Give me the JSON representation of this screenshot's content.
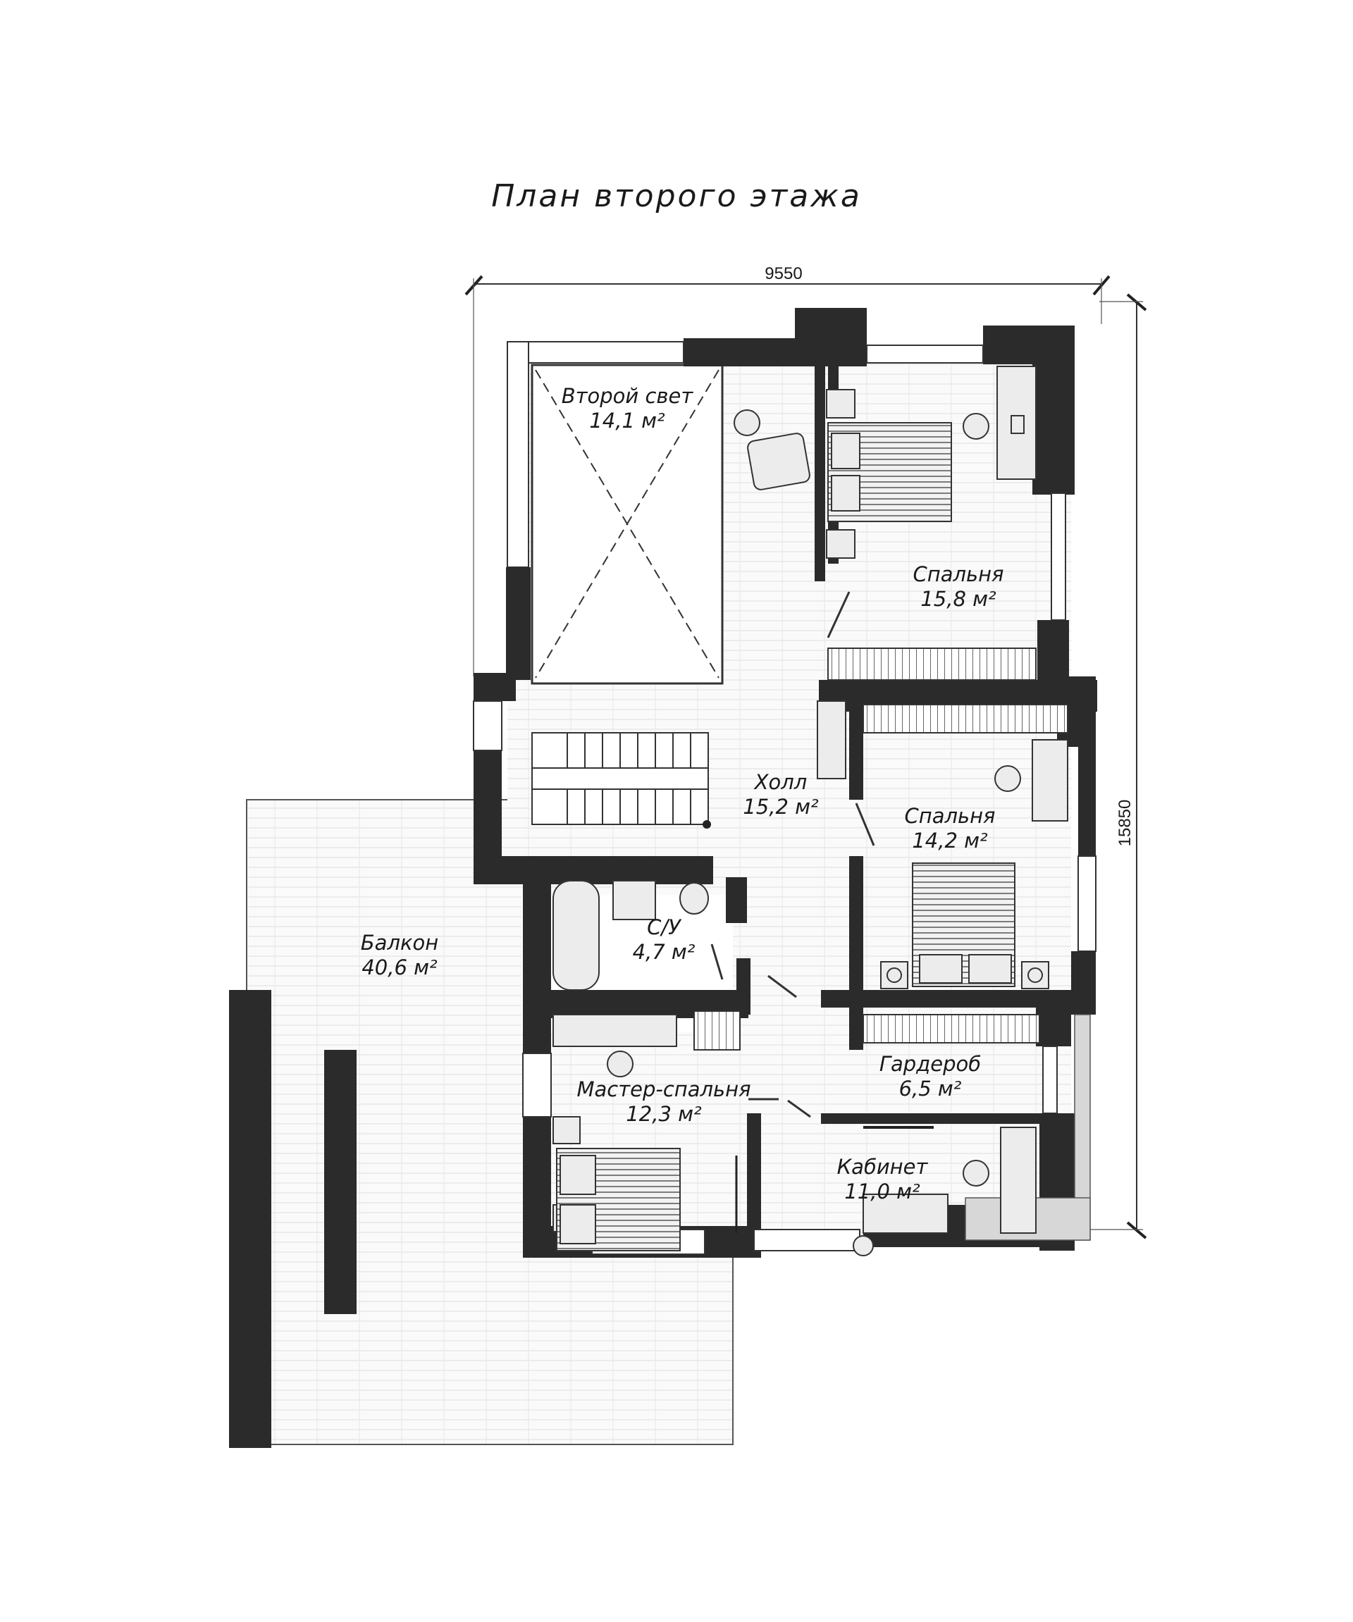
{
  "title": "План второго этажа",
  "dimensions": {
    "width": "9550",
    "height": "15850"
  },
  "rooms": {
    "second_light": {
      "name": "Второй свет",
      "area": "14,1 м²"
    },
    "bedroom_1": {
      "name": "Спальня",
      "area": "15,8 м²"
    },
    "hall": {
      "name": "Холл",
      "area": "15,2 м²"
    },
    "bedroom_2": {
      "name": "Спальня",
      "area": "14,2 м²"
    },
    "bathroom": {
      "name": "С/У",
      "area": "4,7 м²"
    },
    "balcony": {
      "name": "Балкон",
      "area": "40,6 м²"
    },
    "wardrobe": {
      "name": "Гардероб",
      "area": "6,5 м²"
    },
    "master_bedroom": {
      "name": "Мастер-спальня",
      "area": "12,3 м²"
    },
    "study": {
      "name": "Кабинет",
      "area": "11,0 м²"
    }
  },
  "colors": {
    "wall": "#2b2b2b",
    "floor_lines": "#d9d9d9",
    "background": "#ffffff"
  }
}
